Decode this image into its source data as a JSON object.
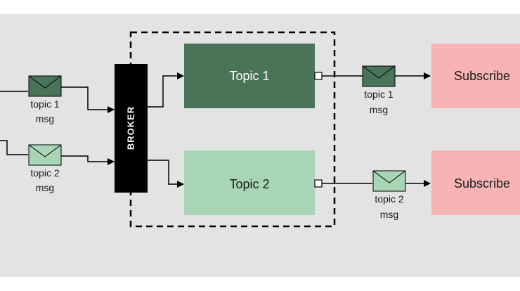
{
  "broker": {
    "label": "BROKER"
  },
  "topics": [
    {
      "label": "Topic 1",
      "color": "#4a7458"
    },
    {
      "label": "Topic 2",
      "color": "#a8d5b5"
    }
  ],
  "incoming_messages": [
    {
      "line1": "topic 1",
      "line2": "msg",
      "color": "#4a7458"
    },
    {
      "line1": "topic 2",
      "line2": "msg",
      "color": "#a8d5b5"
    }
  ],
  "outgoing_messages": [
    {
      "line1": "topic 1",
      "line2": "msg",
      "color": "#4a7458"
    },
    {
      "line1": "topic 2",
      "line2": "msg",
      "color": "#a8d5b5"
    }
  ],
  "subscribers": [
    {
      "label": "Subscribe",
      "color": "#f8b4b4"
    },
    {
      "label": "Subscribe",
      "color": "#f8b4b4"
    }
  ],
  "colors": {
    "background": "#e3e3e3",
    "broker": "#000000",
    "line": "#000000"
  }
}
